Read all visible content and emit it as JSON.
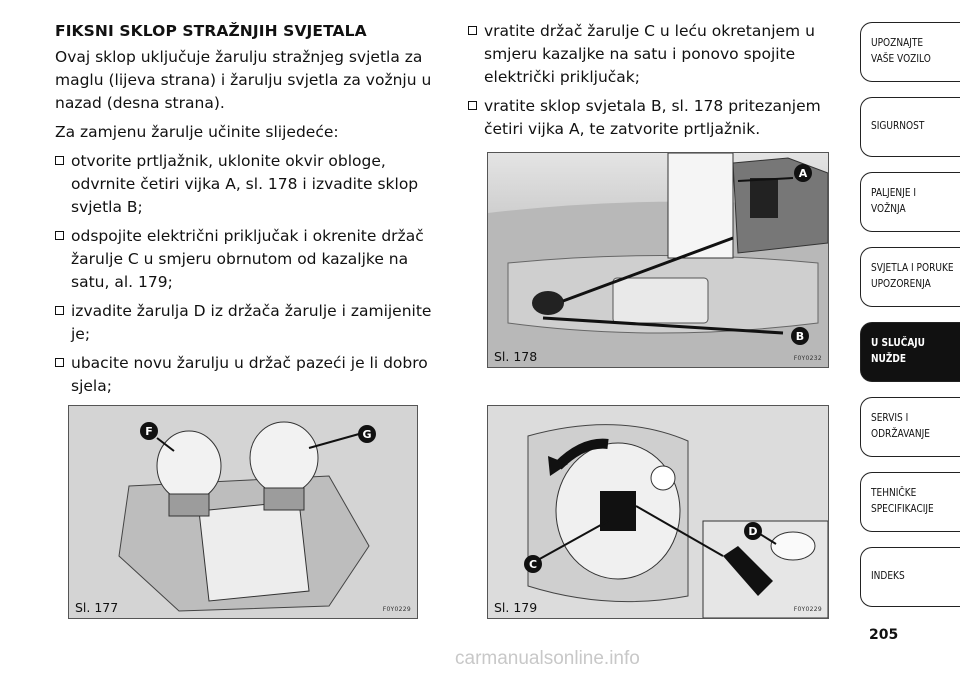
{
  "left_column": {
    "heading": "FIKSNI SKLOP STRAŽNJIH SVJETALA",
    "intro": "Ovaj sklop uključuje žarulju stražnjeg svjetla za maglu (lijeva strana) i žarulju svjetla za vožnju u nazad (desna strana).",
    "lead": "Za zamjenu žarulje učinite slijedeće:",
    "steps": [
      "otvorite prtljažnik, uklonite okvir obloge, odvrnite četiri vijka A, sl. 178 i izvadite sklop svjetla B;",
      "odspojite električni priključak i okrenite držač žarulje C u smjeru obrnutom od kazaljke na satu, al. 179;",
      "izvadite žarulja D iz držača žarulje i zamijenite je;",
      "ubacite novu žarulju u držač pazeći je li dobro sjela;"
    ]
  },
  "right_column": {
    "steps": [
      "vratite držač žarulje C u leću okretanjem u smjeru kazaljke na satu i ponovo spojite električki priključak;",
      "vratite sklop svjetala B, sl. 178 pritezanjem četiri vijka A, te zatvorite prtljažnik."
    ]
  },
  "figures": {
    "fig177": {
      "caption": "Sl. 177",
      "code": "F0Y0229",
      "labels": [
        "F",
        "G"
      ]
    },
    "fig178": {
      "caption": "Sl. 178",
      "code": "F0Y0232",
      "labels": [
        "A",
        "B"
      ]
    },
    "fig179": {
      "caption": "Sl. 179",
      "code": "F0Y0229",
      "labels": [
        "C",
        "D"
      ]
    }
  },
  "sidebar": {
    "tabs": [
      {
        "lines": [
          "UPOZNAJTE",
          "VAŠE VOZILO"
        ],
        "active": false
      },
      {
        "lines": [
          "SIGURNOST"
        ],
        "active": false
      },
      {
        "lines": [
          "PALJENJE I",
          "VOŽNJA"
        ],
        "active": false
      },
      {
        "lines": [
          "SVJETLA I PORUKE",
          "UPOZORENJA"
        ],
        "active": false
      },
      {
        "lines": [
          "U SLUČAJU",
          "NUŽDE"
        ],
        "active": true
      },
      {
        "lines": [
          "SERVIS I",
          "ODRŽAVANJE"
        ],
        "active": false
      },
      {
        "lines": [
          "TEHNIČKE",
          "SPECIFIKACIJE"
        ],
        "active": false
      },
      {
        "lines": [
          "INDEKS"
        ],
        "active": false
      }
    ]
  },
  "page_number": "205",
  "watermark": "carmanualsonline.info"
}
